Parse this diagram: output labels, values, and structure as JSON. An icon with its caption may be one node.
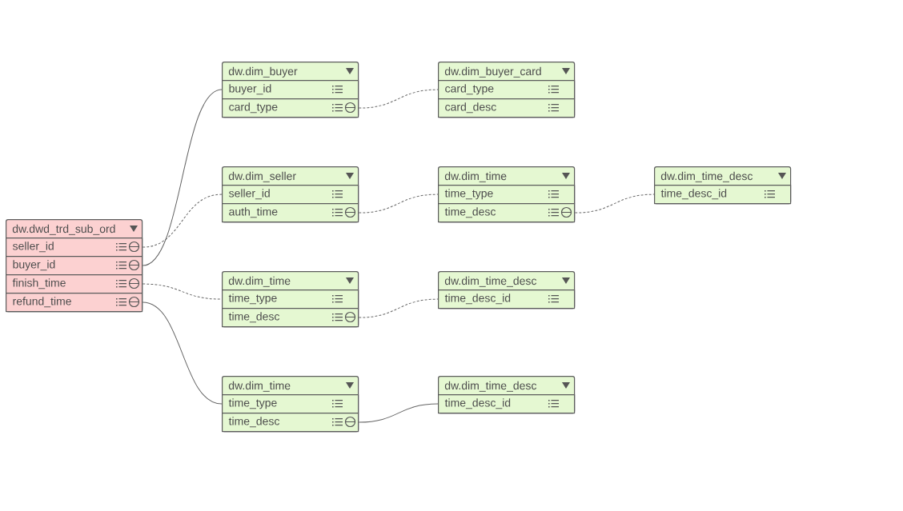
{
  "diagram": {
    "nodes": [
      {
        "text": [
          "dw.dwd_trd_sub_ord"
        ]
      },
      {
        "text": [
          "seller_id"
        ],
        "in": 0
      },
      {
        "text": [
          "buyer_id"
        ],
        "in": 0
      },
      {
        "text": [
          "finish_time"
        ],
        "in": 0
      },
      {
        "text": [
          "refund_time"
        ],
        "in": 0
      },
      {
        "text": [
          "dw.dim_buyer"
        ]
      },
      {
        "text": [
          "buyer_id"
        ],
        "in": 5
      },
      {
        "text": [
          "card_type"
        ],
        "in": 5
      },
      {
        "text": [
          "dw.dim_buyer_card"
        ]
      },
      {
        "text": [
          "card_type"
        ],
        "in": 8
      },
      {
        "text": [
          "card_desc"
        ],
        "in": 8
      },
      {
        "text": [
          "dw.dim_seller"
        ]
      },
      {
        "text": [
          "seller_id"
        ],
        "in": 11
      },
      {
        "text": [
          "auth_time"
        ],
        "in": 11
      },
      {
        "text": [
          "dw.dim_time"
        ]
      },
      {
        "text": [
          "time_type"
        ],
        "in": 14
      },
      {
        "text": [
          "time_desc"
        ],
        "in": 14
      },
      {
        "text": [
          "dw.dim_time_desc"
        ]
      },
      {
        "text": [
          "time_desc_id"
        ],
        "in": 17
      },
      {
        "text": [
          "dw.dim_time"
        ]
      },
      {
        "text": [
          "time_type"
        ],
        "in": 19
      },
      {
        "text": [
          "time_desc"
        ],
        "in": 19
      },
      {
        "text": [
          "dw.dim_time_desc"
        ]
      },
      {
        "text": [
          "time_desc_id"
        ],
        "in": 22
      },
      {
        "text": [
          "dw.dim_time"
        ]
      },
      {
        "text": [
          "time_type"
        ],
        "in": 24
      },
      {
        "text": [
          "time_desc"
        ],
        "in": 24
      },
      {
        "text": [
          "dw.dim_time_desc"
        ]
      },
      {
        "text": [
          "time_desc_id"
        ],
        "in": 27
      }
    ],
    "edges": [
      {
        "from": 1,
        "to": 12,
        "arrow": "none",
        "style": "dashed"
      },
      {
        "from": 2,
        "to": 6,
        "arrow": "none"
      },
      {
        "from": 3,
        "to": 20,
        "arrow": "none",
        "style": "dashed"
      },
      {
        "from": 4,
        "to": 25,
        "arrow": "none"
      },
      {
        "from": 7,
        "to": 9,
        "arrow": "none",
        "style": "dashed"
      },
      {
        "from": 13,
        "to": 15,
        "arrow": "none",
        "style": "dashed"
      },
      {
        "from": 16,
        "to": 18,
        "arrow": "none",
        "style": "dashed"
      },
      {
        "from": 21,
        "to": 23,
        "arrow": "none",
        "style": "dashed"
      },
      {
        "from": 26,
        "to": 28,
        "arrow": "none"
      }
    ]
  }
}
